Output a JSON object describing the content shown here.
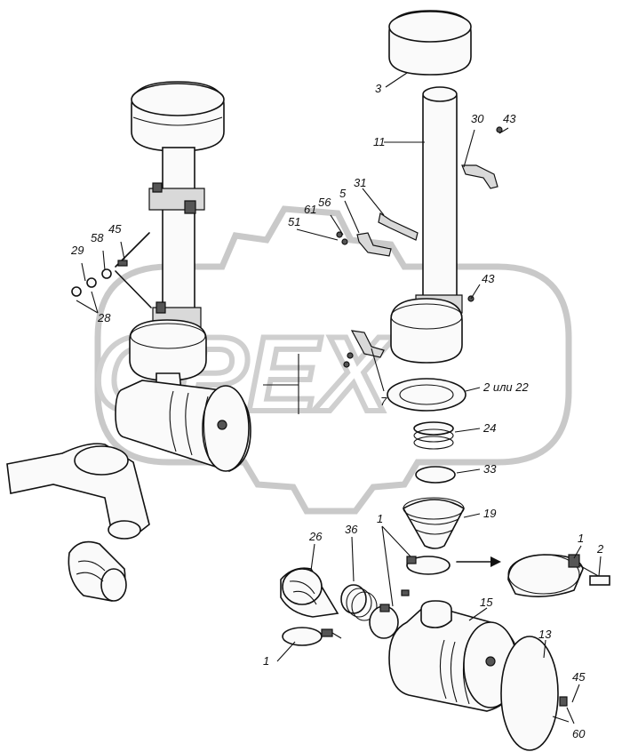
{
  "watermark": {
    "text": "OPEX"
  },
  "labels": {
    "l3": "3",
    "l11": "11",
    "l30": "30",
    "l43a": "43",
    "l31": "31",
    "l5": "5",
    "l56": "56",
    "l61": "61",
    "l51": "51",
    "l45a": "45",
    "l58": "58",
    "l29": "29",
    "l28": "28",
    "l43b": "43",
    "l7": "7",
    "l2or22": "2 или 22",
    "l24": "24",
    "l33": "33",
    "l19": "19",
    "l1a": "1",
    "l26": "26",
    "l36": "36",
    "l1b": "1",
    "l2": "2",
    "l15": "15",
    "l1c": "1",
    "l13": "13",
    "l45b": "45",
    "l60": "60"
  },
  "icons": {
    "direction_arrow": "arrow-right-icon"
  }
}
